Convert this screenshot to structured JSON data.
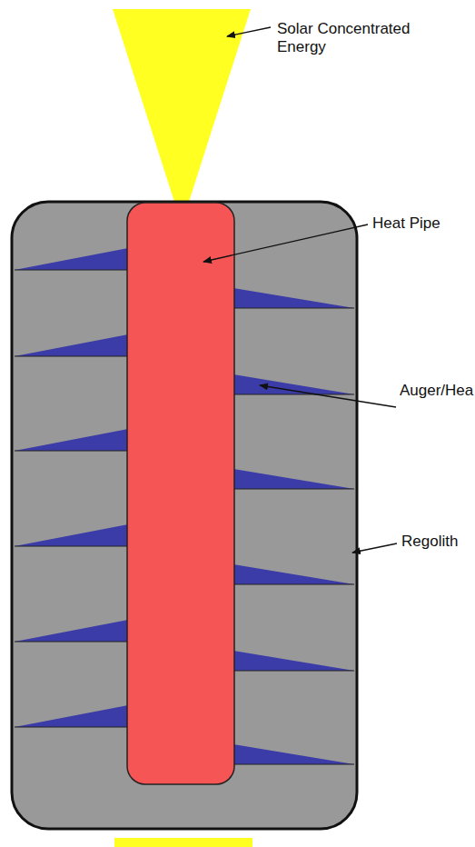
{
  "diagram": {
    "labels": [
      "Solar Concentrated Energy",
      "Heat Pipe",
      "Auger/Hea",
      "Regolith"
    ]
  }
}
